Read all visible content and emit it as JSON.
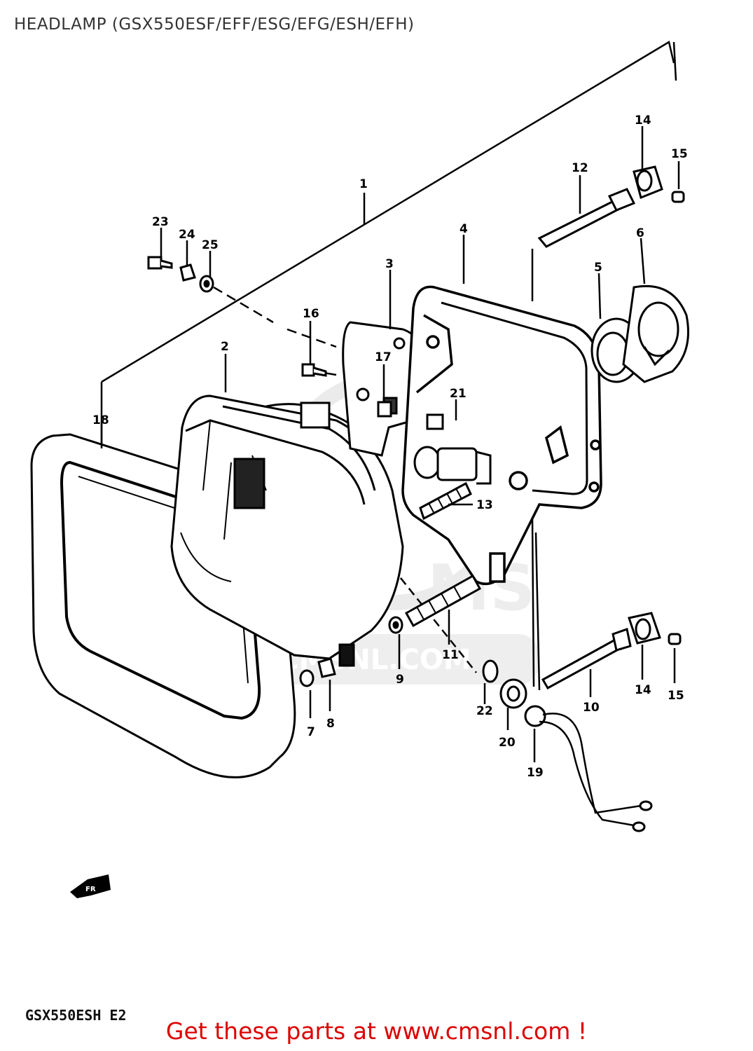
{
  "title": "HEADLAMP (GSX550ESF/EFF/ESG/EFG/ESH/EFH)",
  "model_code": "GSX550ESH E2",
  "footer_text": "Get these parts at www.cmsnl.com !",
  "watermark_text": "CMSNL.COM",
  "front_arrow_label": "FR",
  "colors": {
    "footer": "#dd0000",
    "title": "#333333",
    "line": "#000000",
    "watermark": "#e6e6e6"
  },
  "callouts": [
    {
      "id": "part-1",
      "label": "1"
    },
    {
      "id": "part-2",
      "label": "2"
    },
    {
      "id": "part-3",
      "label": "3"
    },
    {
      "id": "part-4",
      "label": "4"
    },
    {
      "id": "part-5",
      "label": "5"
    },
    {
      "id": "part-6",
      "label": "6"
    },
    {
      "id": "part-7",
      "label": "7"
    },
    {
      "id": "part-8",
      "label": "8"
    },
    {
      "id": "part-9",
      "label": "9"
    },
    {
      "id": "part-10",
      "label": "10"
    },
    {
      "id": "part-11",
      "label": "11"
    },
    {
      "id": "part-12",
      "label": "12"
    },
    {
      "id": "part-13",
      "label": "13"
    },
    {
      "id": "part-14a",
      "label": "14"
    },
    {
      "id": "part-14b",
      "label": "14"
    },
    {
      "id": "part-15a",
      "label": "15"
    },
    {
      "id": "part-15b",
      "label": "15"
    },
    {
      "id": "part-16",
      "label": "16"
    },
    {
      "id": "part-17",
      "label": "17"
    },
    {
      "id": "part-18",
      "label": "18"
    },
    {
      "id": "part-19",
      "label": "19"
    },
    {
      "id": "part-20",
      "label": "20"
    },
    {
      "id": "part-21",
      "label": "21"
    },
    {
      "id": "part-22",
      "label": "22"
    },
    {
      "id": "part-23",
      "label": "23"
    },
    {
      "id": "part-24",
      "label": "24"
    },
    {
      "id": "part-25",
      "label": "25"
    }
  ]
}
